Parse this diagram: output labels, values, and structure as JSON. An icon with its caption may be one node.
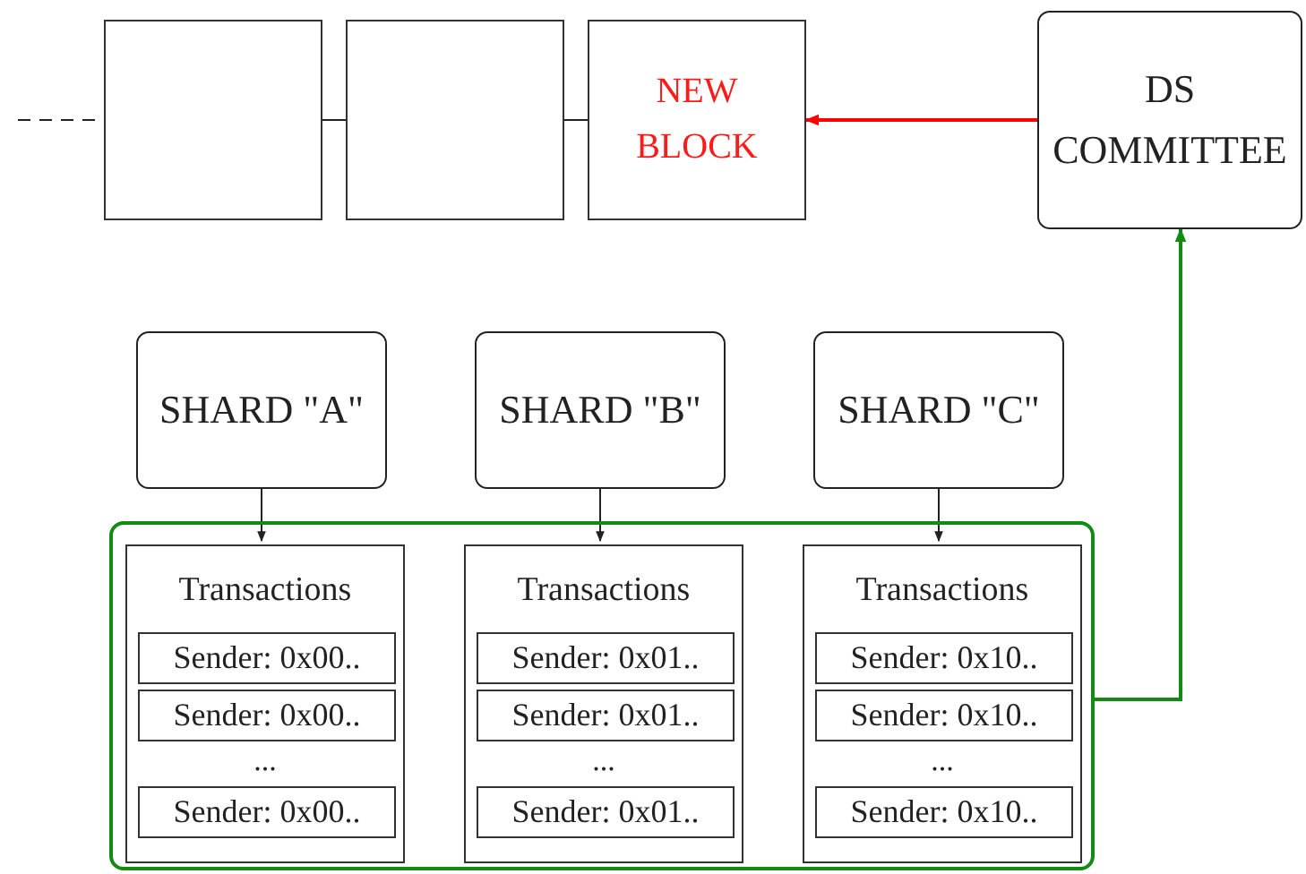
{
  "diagram": {
    "nodes": [
      {
        "text": [],
        "shape": "box"
      },
      {
        "text": [],
        "shape": "box"
      },
      {
        "text": [
          "NEW BLOCK"
        ]
      },
      {
        "text": [
          "DS COMMITTEE"
        ]
      },
      {
        "text": [
          "SHARD \"A\""
        ]
      },
      {
        "text": [
          "SHARD \"B\""
        ]
      },
      {
        "text": [
          "SHARD \"C\""
        ]
      },
      {
        "text": [],
        "shape": "box"
      },
      {
        "text": [
          "Transactions",
          "..."
        ],
        "in": 7
      },
      {
        "text": [
          "Sender: 0x00.."
        ],
        "in": 8
      },
      {
        "text": [
          "Sender: 0x00.."
        ],
        "in": 8
      },
      {
        "text": [
          "Sender: 0x00.."
        ],
        "in": 8
      },
      {
        "text": [
          "Transactions",
          "..."
        ],
        "in": 7
      },
      {
        "text": [
          "Sender: 0x01.."
        ],
        "in": 12
      },
      {
        "text": [
          "Sender: 0x01.."
        ],
        "in": 12
      },
      {
        "text": [
          "Sender: 0x01.."
        ],
        "in": 12
      },
      {
        "text": [
          "Transactions",
          "..."
        ],
        "in": 7
      },
      {
        "text": [
          "Sender: 0x10.."
        ],
        "in": 16
      },
      {
        "text": [
          "Sender: 0x10.."
        ],
        "in": 16
      },
      {
        "text": [
          "Sender: 0x10.."
        ],
        "in": 16
      }
    ],
    "edges": [
      {
        "from": null,
        "to": 0,
        "arrow": "none",
        "style": "dashed"
      },
      {
        "from": 0,
        "to": 1,
        "arrow": "none"
      },
      {
        "from": 1,
        "to": 2,
        "arrow": "none"
      },
      {
        "from": 3,
        "to": 2,
        "arrow": "to",
        "color": "#ff0000"
      },
      {
        "from": 4,
        "to": 8,
        "arrow": "to"
      },
      {
        "from": 5,
        "to": 12,
        "arrow": "to"
      },
      {
        "from": 6,
        "to": 16,
        "arrow": "to"
      },
      {
        "from": 7,
        "to": 3,
        "arrow": "to",
        "color": "#138a13"
      }
    ]
  }
}
